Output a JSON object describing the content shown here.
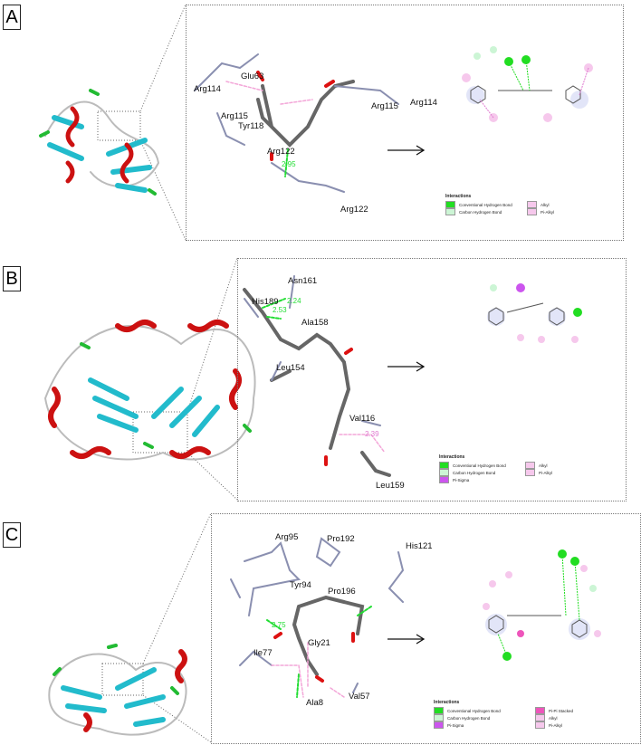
{
  "panels": [
    {
      "label": "A",
      "residues": [
        "Glu63",
        "Arg114",
        "Arg115",
        "Tyr118",
        "Arg122",
        "Arg122",
        "Arg115",
        "Arg114"
      ],
      "distances": [
        "2.95"
      ],
      "legend": {
        "title": "Interactions",
        "items": [
          {
            "label": "Conventional Hydrogen Bond",
            "color": "#22dd22"
          },
          {
            "label": "Carbon Hydrogen Bond",
            "color": "#ccf5d5"
          },
          {
            "label": "Alkyl",
            "color": "#f6c8ec"
          },
          {
            "label": "Pi-Alkyl",
            "color": "#f6c8ec"
          }
        ]
      }
    },
    {
      "label": "B",
      "residues": [
        "Asn161",
        "His189",
        "Ala158",
        "Leu154",
        "Val116",
        "Leu159"
      ],
      "distances": [
        "2.53",
        "2.24",
        "2.39"
      ],
      "legend": {
        "title": "Interactions",
        "items": [
          {
            "label": "Conventional Hydrogen Bond",
            "color": "#22dd22"
          },
          {
            "label": "Carbon Hydrogen Bond",
            "color": "#ccf5d5"
          },
          {
            "label": "Pi-Sigma",
            "color": "#cc55ee"
          },
          {
            "label": "Alkyl",
            "color": "#f6c8ec"
          },
          {
            "label": "Pi-Alkyl",
            "color": "#f6c8ec"
          }
        ]
      }
    },
    {
      "label": "C",
      "residues": [
        "Arg95",
        "Pro192",
        "His121",
        "Tyr94",
        "Pro196",
        "Gly21",
        "Ile77",
        "Ala8",
        "Val57"
      ],
      "distances": [
        "2.75"
      ],
      "legend": {
        "title": "Interactions",
        "items": [
          {
            "label": "Conventional Hydrogen Bond",
            "color": "#22dd22"
          },
          {
            "label": "Carbon Hydrogen Bond",
            "color": "#ccf5d5"
          },
          {
            "label": "Pi-Sigma",
            "color": "#cc55ee"
          },
          {
            "label": "Pi-Pi Stacked",
            "color": "#ee55bb"
          },
          {
            "label": "Alkyl",
            "color": "#f6c8ec"
          },
          {
            "label": "Pi-Alkyl",
            "color": "#f6c8ec"
          }
        ]
      }
    }
  ],
  "colors": {
    "helix": "#cc1111",
    "sheet": "#22bbcc",
    "turn": "#22bb33",
    "coil": "#bbbbbb",
    "stick": "#666666"
  }
}
